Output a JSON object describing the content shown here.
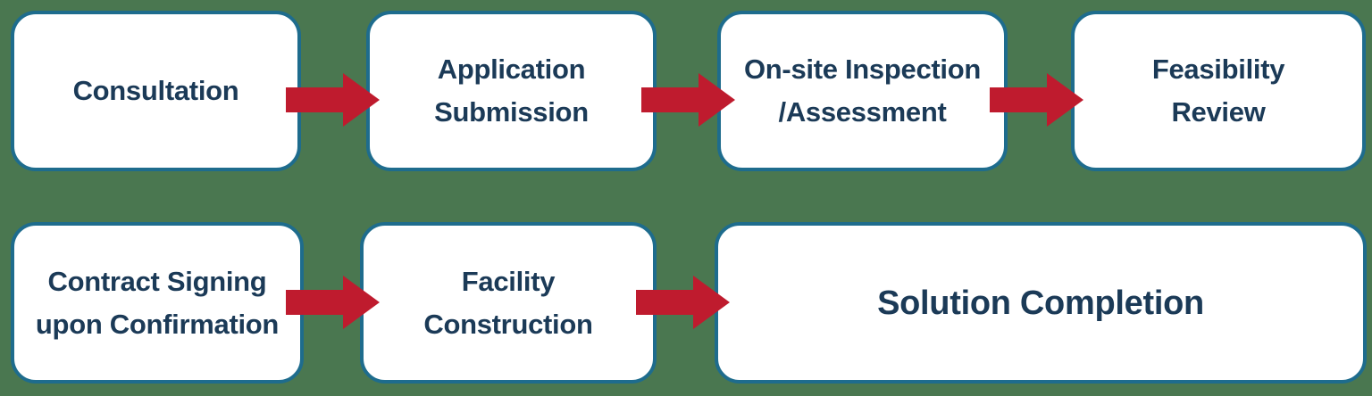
{
  "colors": {
    "background": "#4a7750",
    "box_fill": "#ffffff",
    "box_border": "#1e6c8d",
    "text": "#1b3a57",
    "arrow": "#bf1b2e"
  },
  "flow": {
    "rows": [
      {
        "steps": [
          {
            "name": "consultation",
            "lines": [
              "Consultation"
            ]
          },
          {
            "name": "application-submission",
            "lines": [
              "Application",
              "Submission"
            ]
          },
          {
            "name": "onsite-inspection-assessment",
            "lines": [
              "On-site Inspection",
              "/Assessment"
            ]
          },
          {
            "name": "feasibility-review",
            "lines": [
              "Feasibility",
              "Review"
            ]
          }
        ]
      },
      {
        "steps": [
          {
            "name": "contract-signing-upon-confirmation",
            "lines": [
              "Contract Signing",
              "upon Confirmation"
            ]
          },
          {
            "name": "facility-construction",
            "lines": [
              "Facility",
              "Construction"
            ]
          },
          {
            "name": "solution-completion",
            "lines": [
              "Solution Completion"
            ]
          }
        ]
      }
    ]
  }
}
